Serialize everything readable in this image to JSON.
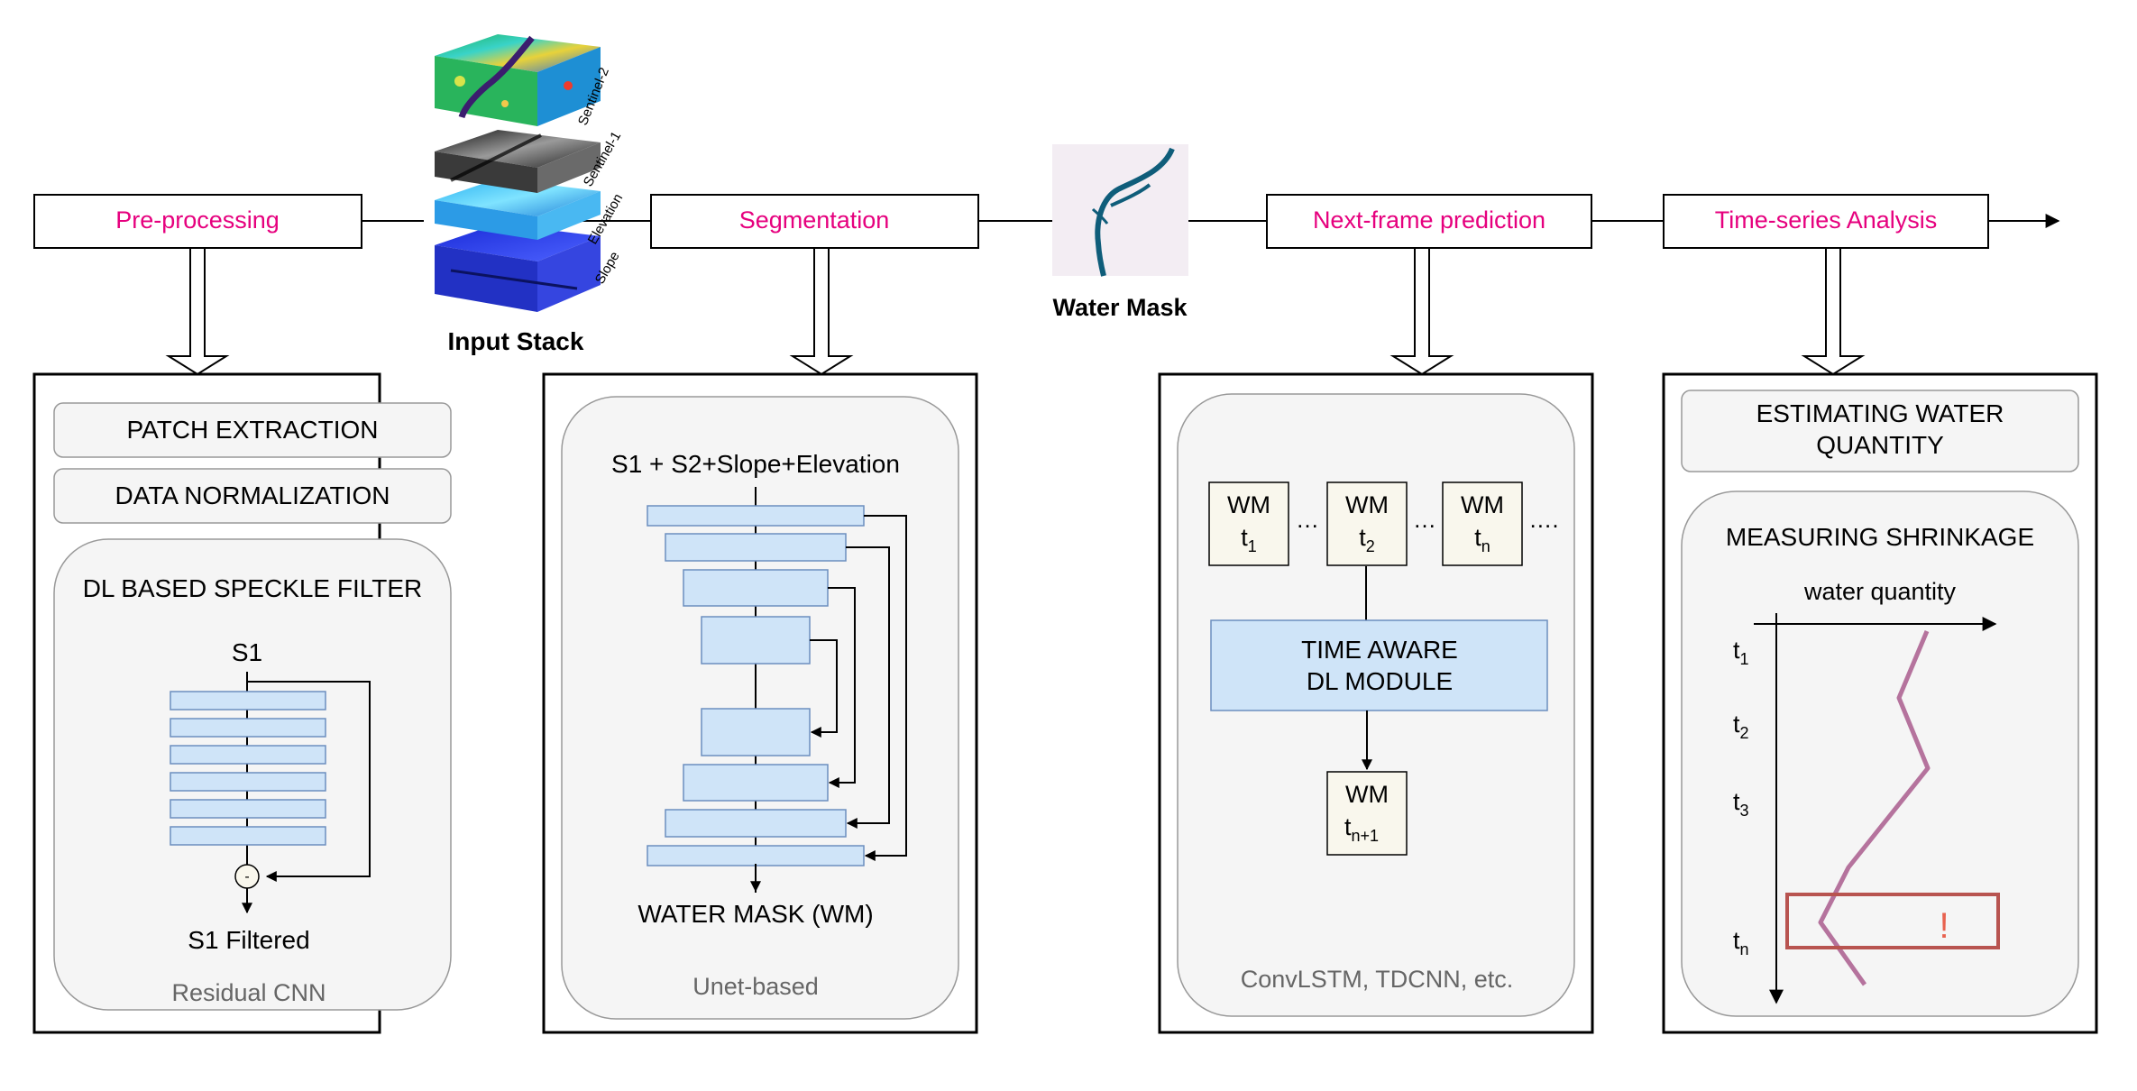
{
  "stages": {
    "preprocessing": "Pre-processing",
    "segmentation": "Segmentation",
    "next_frame": "Next-frame prediction",
    "time_series": "Time-series Analysis"
  },
  "input_stack": {
    "caption": "Input Stack",
    "layers": [
      "Sentinel-2",
      "Sentinel-1",
      "Elevation",
      "Slope"
    ]
  },
  "water_mask": {
    "caption": "Water Mask"
  },
  "preprocessing_panel": {
    "patch_extraction": "PATCH EXTRACTION",
    "data_normalization": "DATA NORMALIZATION",
    "speckle_title": "DL BASED SPECKLE FILTER",
    "input_label": "S1",
    "minus_symbol": "-",
    "output_label": "S1 Filtered",
    "footer": "Residual CNN"
  },
  "segmentation_panel": {
    "inputs": "S1 + S2+Slope+Elevation",
    "output": "WATER MASK (WM)",
    "footer": "Unet-based"
  },
  "prediction_panel": {
    "frame_label": "WM",
    "time_base": "t",
    "t1_sub": "1",
    "t2_sub": "2",
    "tn_sub": "n",
    "dots": "…",
    "dots_long": "….",
    "module_line1": "TIME AWARE",
    "module_line2": "DL MODULE",
    "out_sub": "n+1",
    "footer": "ConvLSTM, TDCNN, etc."
  },
  "timeseries_panel": {
    "estimate_line1": "ESTIMATING WATER",
    "estimate_line2": "QUANTITY",
    "shrink_title": "MEASURING SHRINKAGE",
    "axis_label": "water quantity",
    "t_base": "t",
    "t_subs": [
      "1",
      "2",
      "3",
      "n"
    ],
    "alert": "!"
  },
  "colors": {
    "stage_text": "#e6007e",
    "block_fill": "#cfe4f8",
    "block_stroke": "#6c8ebf",
    "frame_fill": "#f9f7ed",
    "panel_fill": "#f5f5f5",
    "trend_line": "#b5739d",
    "alert": "#b85450"
  }
}
